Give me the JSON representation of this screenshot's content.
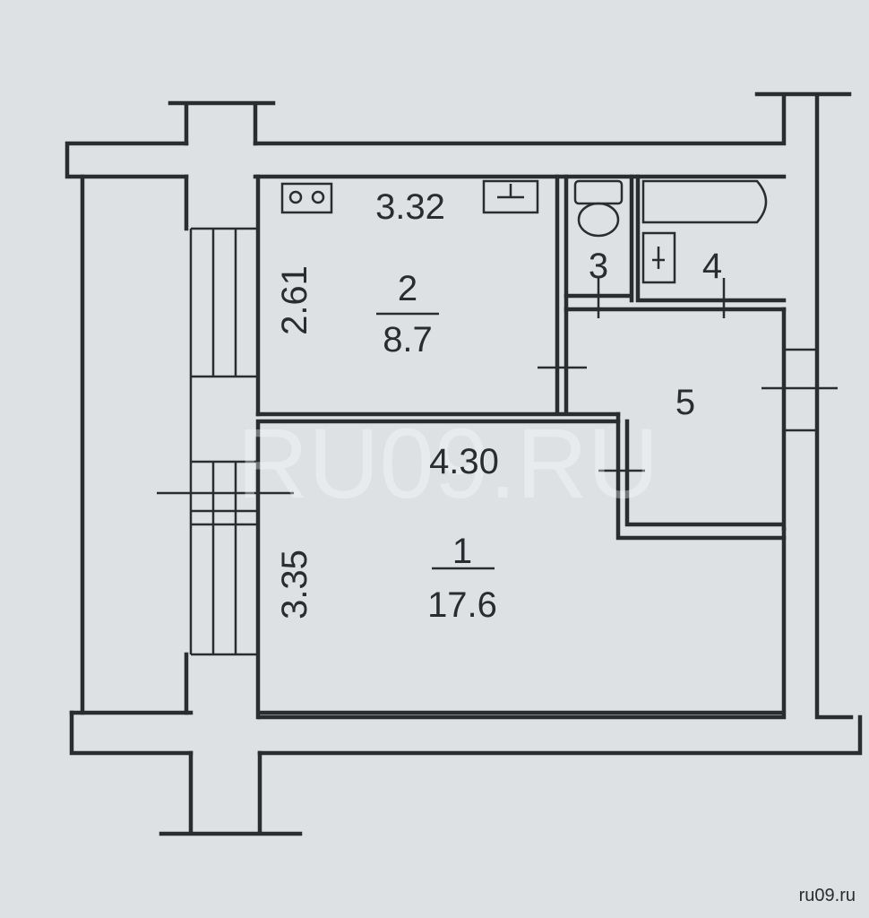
{
  "plan": {
    "rooms": [
      {
        "number": "1",
        "area": "17.6",
        "width": "4.30",
        "length": "3.35"
      },
      {
        "number": "2",
        "area": "8.7",
        "width": "3.32",
        "length": "2.61"
      },
      {
        "number": "3"
      },
      {
        "number": "4"
      },
      {
        "number": "5"
      }
    ]
  },
  "watermark": "RU09.RU",
  "source": "ru09.ru"
}
